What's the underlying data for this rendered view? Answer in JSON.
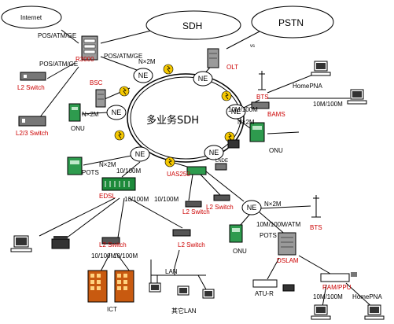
{
  "clouds": {
    "internet": "Internet",
    "sdh": "SDH",
    "pstn": "PSTN"
  },
  "ring": {
    "label": "多业务SDH",
    "ne_label": "NE"
  },
  "links": {
    "pos_atm_top": "POS/ATM/GE",
    "pos_atm_right": "POS/ATM/GE",
    "pos_atm_left": "POS/ATM/GE",
    "nx2m_top": "N×2M",
    "nx2m_left": "N×2M",
    "nx2m_right": "N×2M",
    "nx2m_bottom_left": "N×2M",
    "nx2m_bottom_right": "N×2M",
    "m10_100m_bts": "10M/100M",
    "m10_100m_homepna": "10M/100M",
    "m10_100m_edsl": "10/100M",
    "m10_100m_mid": "10/100M",
    "m10_100m_ls": "10/100M",
    "m10_100m_l2a": "10/100M",
    "m10_100m_l2b": "10/100M",
    "atm_10m": "10M/100M/ATM",
    "pots_left": "POTS",
    "pots_right": "POTS",
    "m10_100m_bottom": "10M/100M",
    "vs": "vs"
  },
  "devices": {
    "router": "R3000",
    "l2switch_top": "L2 Switch",
    "l23switch": "L2/3 Switch",
    "bsc": "BSC",
    "olt": "OLT",
    "onu_left": "ONU",
    "onu_right": "ONU",
    "onu_bottom": "ONU",
    "bts_top": "BTS",
    "bams": "BAMS",
    "homepna_top": "HomePNA",
    "uas250": "UAS250",
    "lnde": "LNDE",
    "edsl": "EDSL",
    "l2switch_mid1": "L2 Switch",
    "l2switch_mid2": "L2 Switch",
    "l2switch_bl": "L2 Switch",
    "l2switch_bm": "L2 Switch",
    "bts_bottom": "BTS",
    "dslam": "DSLAM",
    "atu_r": "ATU-R",
    "ram_ppu": "RAM/PPU",
    "homepna_bottom": "HomePNA",
    "ict": "ICT",
    "lan": "LAN",
    "other_lan": "其它LAN"
  },
  "colors": {
    "accent_red": "#cc0000",
    "onu_green": "#2e9b4e",
    "edsl_green": "#1d8a3a",
    "lightning": "#f5c800",
    "building": "#c85a10",
    "device_gray": "#9a9a9a"
  }
}
